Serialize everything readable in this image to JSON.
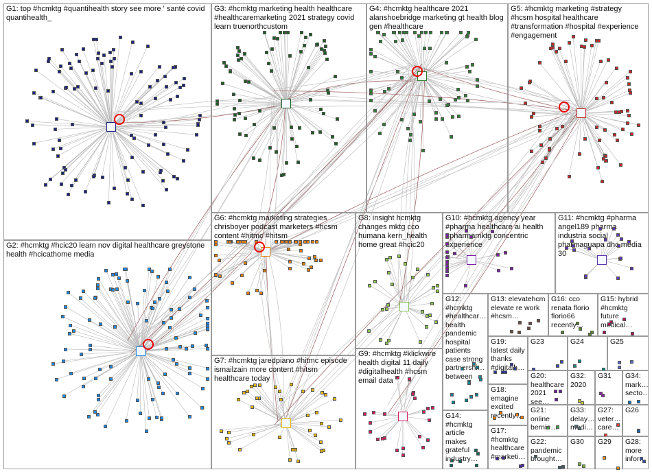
{
  "title": "#hcmktg NodeXL network graph",
  "groups": [
    {
      "id": "G1",
      "label": "G1: top #hcmktg #quantihealth story see more ' santé covid quantihealth_",
      "color": "#1a237e"
    },
    {
      "id": "G2",
      "label": "G2: #hcmktg #hcic20 learn nov digital healthcare greystone health #hcicathome media",
      "color": "#1e88e5"
    },
    {
      "id": "G3",
      "label": "G3: #hcmktg marketing health healthcare #healthcaremarketing 2021 strategy covid learn truenorthcustom",
      "color": "#1b5e20"
    },
    {
      "id": "G4",
      "label": "G4: #hcmktg healthcare 2021 alanshoebridge marketing gt health blog gen #healthcare",
      "color": "#2e7d32"
    },
    {
      "id": "G5",
      "label": "G5: #hcmktg marketing #strategy #hcsm hospital healthcare #transformation #hospital #experience #engagement",
      "color": "#c62828"
    },
    {
      "id": "G6",
      "label": "G6: #hcmktg marketing strategies chrisboyer podcast marketers #hcsm content #hitmc #hitsm",
      "color": "#e67e00"
    },
    {
      "id": "G7",
      "label": "G7: #hcmktg jaredpiano #hitmc episode ismailzain more content #hitsm healthcare today",
      "color": "#e6b800"
    },
    {
      "id": "G8",
      "label": "G8: insight hcmktg changes mktg cco humana kern_health home great #hcic20",
      "color": "#8bc34a"
    },
    {
      "id": "G9",
      "label": "G9: #hcmktg #klickwire health digital 11 daily #digitalhealth #hcsm email data",
      "color": "#d81b60"
    },
    {
      "id": "G10",
      "label": "G10: #hcmktg agency year #pharma healthcare ai health #pharmamktg concentric experience",
      "color": "#7b1fa2"
    },
    {
      "id": "G11",
      "label": "G11: #hcmktg #pharma angel189 pharma industria social pharmaguapa dhc media 30",
      "color": "#5e35b1"
    },
    {
      "id": "G12",
      "label": "G12: #hcmktg #healthcar… health pandemic hospital patients case strong partnershi… between",
      "color": "#00838f"
    },
    {
      "id": "G13",
      "label": "G13: elevatehcm elevate re work #hcsm…",
      "color": "#6d4c41"
    },
    {
      "id": "G16",
      "label": "G16: cco renata florio florio66 recently…",
      "color": "#558b2f"
    },
    {
      "id": "G15",
      "label": "G15: hybrid #hcmktg future medical…",
      "color": "#ad1457"
    },
    {
      "id": "G19",
      "label": "G19: latest daily thanks #digitalh…",
      "color": "#283593"
    },
    {
      "id": "G23",
      "label": "G23",
      "color": "#3949ab"
    },
    {
      "id": "G24",
      "label": "G24",
      "color": "#00897b"
    },
    {
      "id": "G25",
      "label": "G25",
      "color": "#5c6bc0"
    },
    {
      "id": "G18",
      "label": "G18: emagine excited recently…",
      "color": "#f57c00"
    },
    {
      "id": "G20",
      "label": "G20: healthcare 2021 see…",
      "color": "#6a1b9a"
    },
    {
      "id": "G32",
      "label": "G32: 2020",
      "color": "#c0ca33"
    },
    {
      "id": "G31",
      "label": "G31",
      "color": "#8e24aa"
    },
    {
      "id": "G34",
      "label": "G34: mark… secto…",
      "color": "#0277bd"
    },
    {
      "id": "G21",
      "label": "G21: online bernie…",
      "color": "#43a047"
    },
    {
      "id": "G33",
      "label": "G33: delay… medi…",
      "color": "#546e7a"
    },
    {
      "id": "G27",
      "label": "G27: veter… care…",
      "color": "#e53935"
    },
    {
      "id": "G26",
      "label": "G26",
      "color": "#1565c0"
    },
    {
      "id": "G14",
      "label": "G14: #hcmktg article makes grateful industry…",
      "color": "#00695c"
    },
    {
      "id": "G17",
      "label": "G17: #hcmktg healthcare #marketi…",
      "color": "#4527a0"
    },
    {
      "id": "G22",
      "label": "G22: pandemic brought…",
      "color": "#455a64"
    },
    {
      "id": "G30",
      "label": "G30",
      "color": "#7cb342"
    },
    {
      "id": "G29",
      "label": "G29",
      "color": "#fb8c00"
    },
    {
      "id": "G28",
      "label": "G28: more infor…",
      "color": "#3f51b5"
    }
  ]
}
